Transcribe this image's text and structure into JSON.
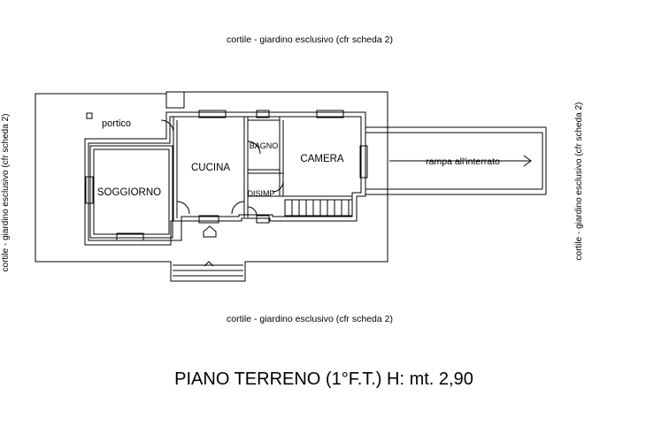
{
  "labels": {
    "top_note": "cortile - giardino esclusivo  (cfr scheda 2)",
    "bottom_note": "cortile - giardino esclusivo  (cfr scheda 2)",
    "left_note": "cortile - giardino esclusivo  (cfr scheda 2)",
    "right_note": "cortile - giardino esclusivo  (cfr  scheda 2)"
  },
  "rooms": {
    "portico": "portico",
    "soggiorno": "SOGGIORNO",
    "cucina": "CUCINA",
    "bagno": "BAGNO",
    "camera": "CAMERA",
    "disimp": "DISIMP",
    "rampa": "rampa all'interrato"
  },
  "title": "PIANO TERRENO (1°F.T.) H: mt. 2,90"
}
